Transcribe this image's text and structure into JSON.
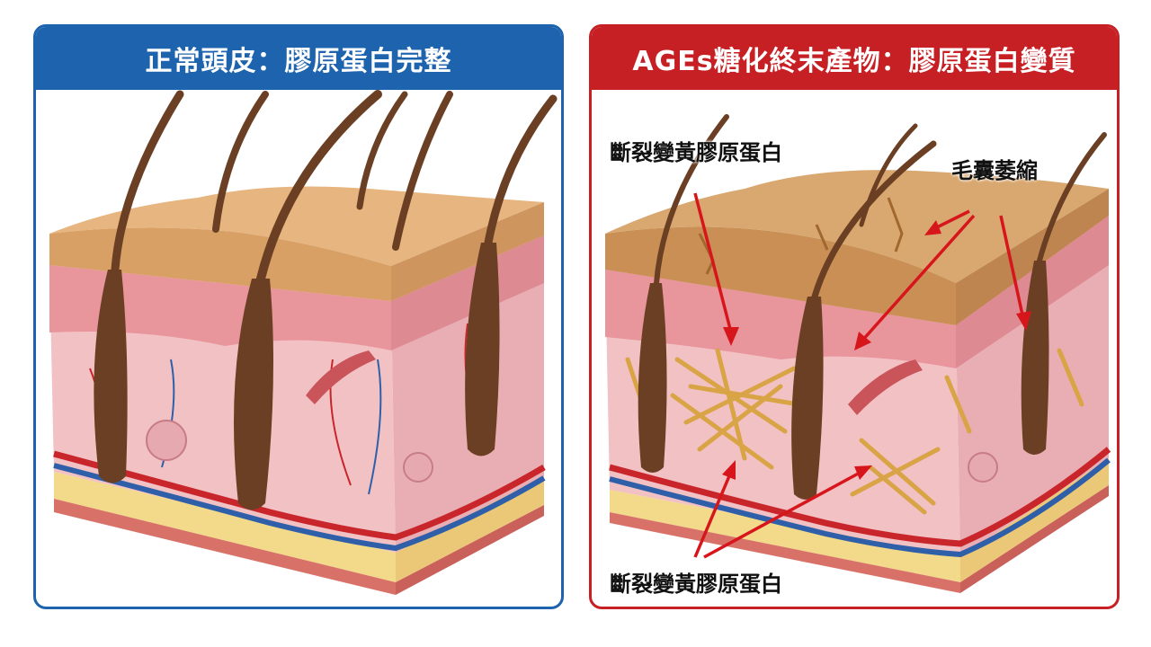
{
  "left_panel": {
    "title": "正常頭皮：膠原蛋白完整",
    "border_color": "#1d63ad"
  },
  "right_panel": {
    "title": "AGEs糖化終末產物：膠原蛋白變質",
    "border_color": "#c62025",
    "callouts": {
      "top_left": "斷裂變黃膠原蛋白",
      "top_right": "毛囊萎縮",
      "bottom": "斷裂變黃膠原蛋白"
    }
  },
  "colors": {
    "epidermis": "#e7b57f",
    "dermis": "#f2c1c4",
    "fat": "#f3d98a",
    "hair": "#6b3f23",
    "artery": "#c8262b",
    "vein": "#2f5fa8",
    "collagen_damaged": "#d9a446",
    "arrow": "#d7161c"
  }
}
